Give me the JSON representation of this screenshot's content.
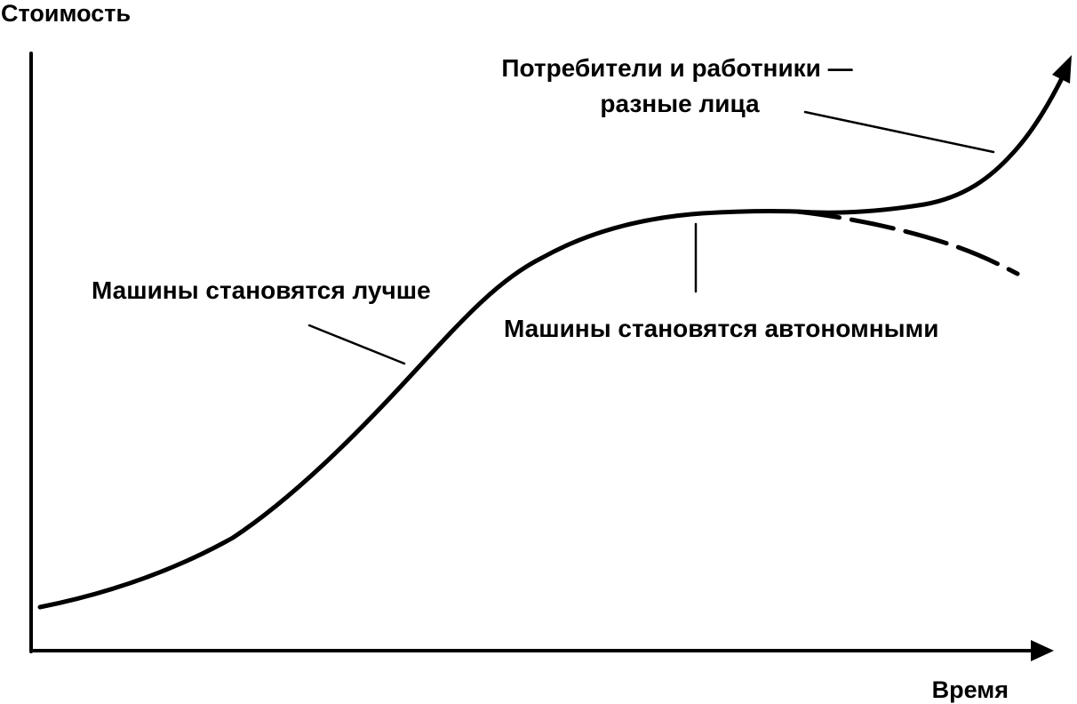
{
  "axes": {
    "y_label": "Стоимость",
    "x_label": "Время"
  },
  "annotations": {
    "machines_better": "Машины становятся лучше",
    "machines_autonomous": "Машины становятся автономными",
    "consumers_workers_line1": "Потребители и работники —",
    "consumers_workers_line2": "разные лица"
  },
  "colors": {
    "ink": "#000000",
    "background": "#ffffff"
  }
}
